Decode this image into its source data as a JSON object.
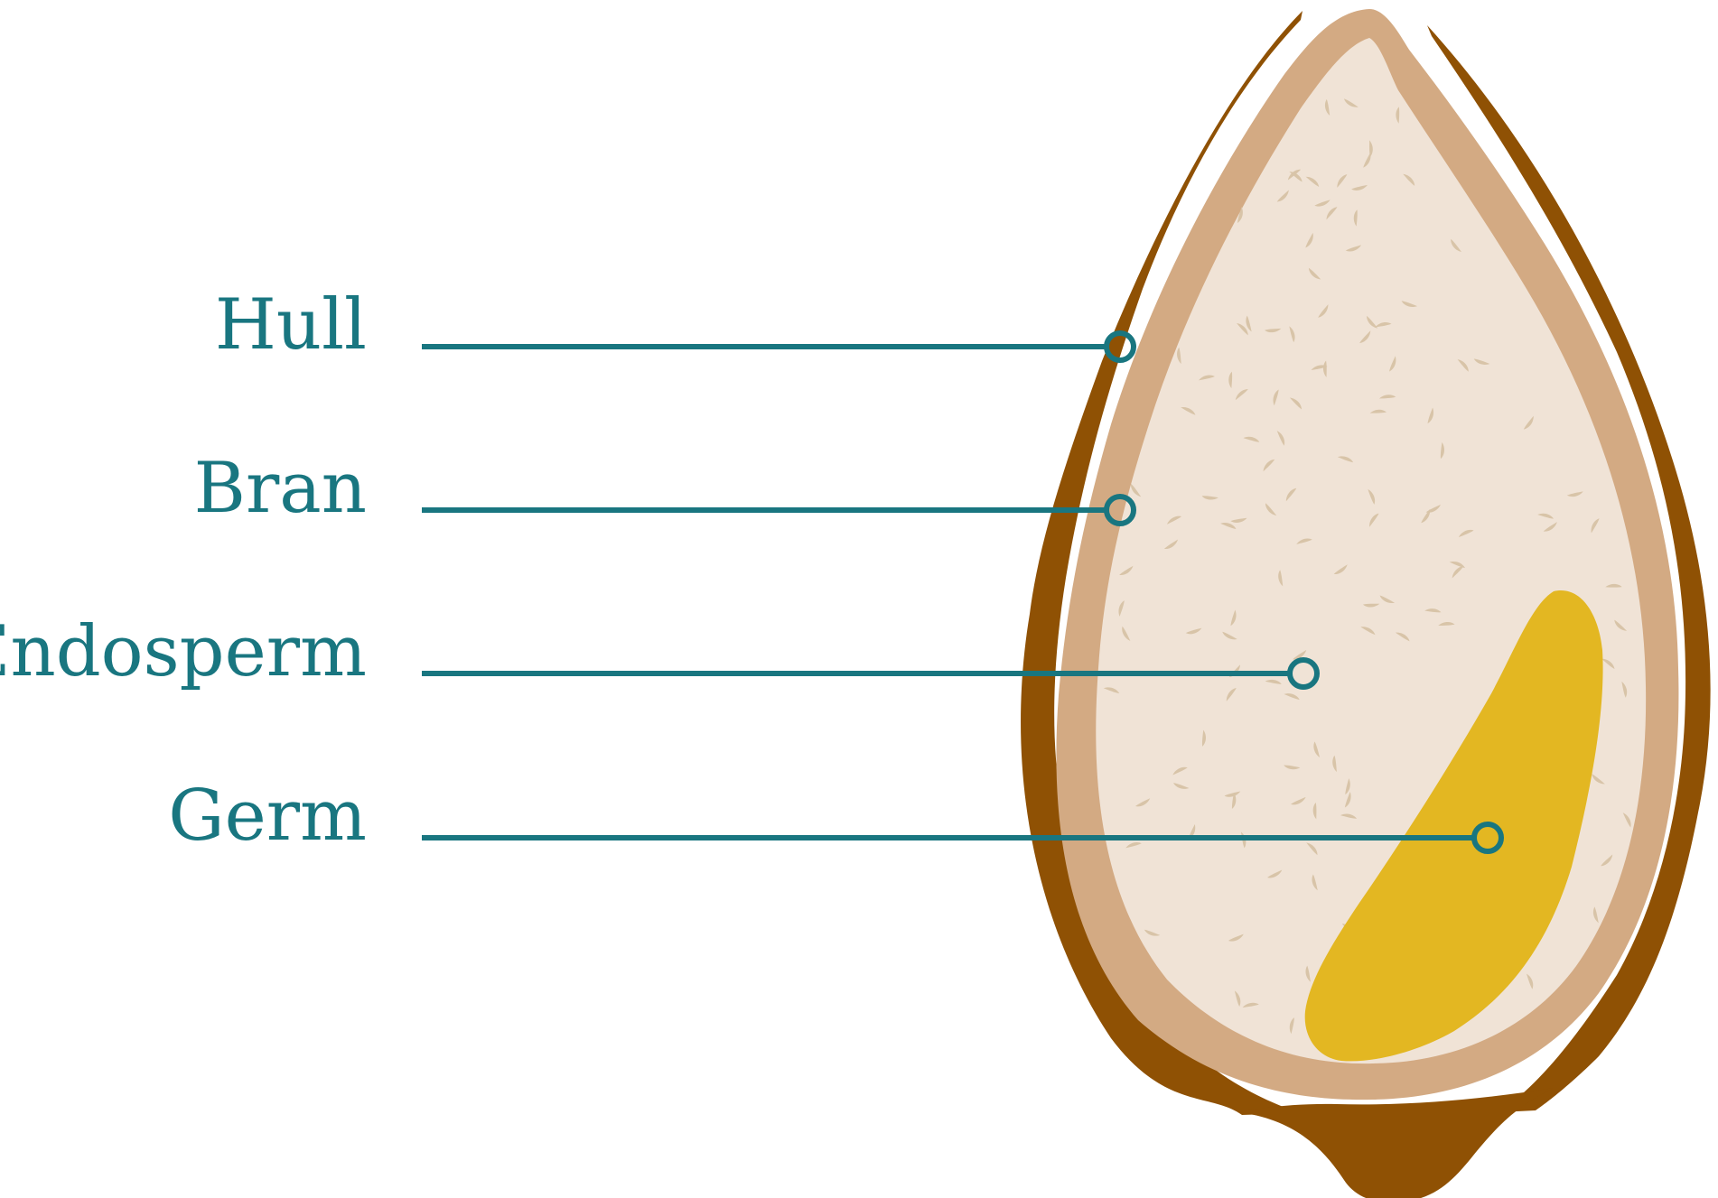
{
  "labels": {
    "hull": "Hull",
    "bran": "Bran",
    "endosperm": "Endosperm",
    "germ": "Germ"
  },
  "colors": {
    "label": "#197680",
    "hull": "#8f5104",
    "bran": "#d3aa83",
    "endosperm": "#f0e3d6",
    "speckle": "#d8c4a8",
    "germ": "#e3b722",
    "background": "#ffffff"
  }
}
